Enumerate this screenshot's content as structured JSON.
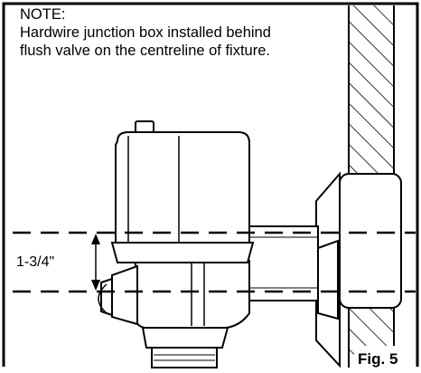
{
  "note": {
    "heading": "NOTE:",
    "line1": "Hardwire junction box installed behind",
    "line2": "flush valve on the centreline of fixture."
  },
  "dimension_label": "1-3/4\"",
  "figure_label": "Fig. 5"
}
